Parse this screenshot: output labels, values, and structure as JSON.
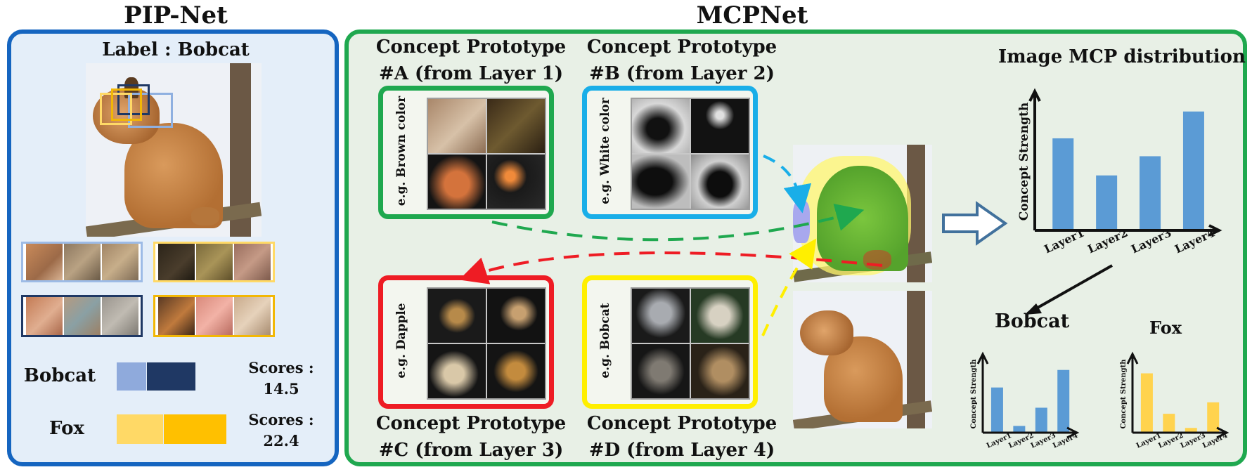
{
  "pipnet": {
    "title": "PIP-Net",
    "label": "Label : Bobcat",
    "classes": [
      {
        "name": "Bobcat",
        "scores_label": "Scores :",
        "score": "14.5"
      },
      {
        "name": "Fox",
        "scores_label": "Scores :",
        "score": "22.4"
      }
    ]
  },
  "mcpnet": {
    "title": "MCPNet",
    "prototypes": [
      {
        "title": "Concept Prototype",
        "subtitle": "#A (from Layer 1)",
        "example": "e.g. Brown color",
        "color": "#1fa84f"
      },
      {
        "title": "Concept Prototype",
        "subtitle": "#B (from Layer 2)",
        "example": "e.g. White color",
        "color": "#19aee8"
      },
      {
        "title": "Concept Prototype",
        "subtitle": "#C (from Layer 3)",
        "example": "e.g. Dapple",
        "color": "#ee1c24"
      },
      {
        "title": "Concept Prototype",
        "subtitle": "#D (from Layer 4)",
        "example": "e.g. Bobcat",
        "color": "#ffef00"
      }
    ],
    "distribution_title": "Image MCP distribution",
    "bobcat_title": "Bobcat",
    "fox_title": "Fox"
  },
  "chart_data": [
    {
      "type": "bar",
      "title": "Image MCP distribution",
      "ylabel": "Concept Strength",
      "categories": [
        "Layer1",
        "Layer2",
        "Layer3",
        "Layer4"
      ],
      "values": [
        0.72,
        0.43,
        0.58,
        0.93
      ],
      "ylim": [
        0,
        1
      ],
      "color": "#5b9bd5"
    },
    {
      "type": "bar",
      "title": "Bobcat",
      "ylabel": "Concept Strength",
      "categories": [
        "Layer1",
        "Layer2",
        "Layer3",
        "Layer4"
      ],
      "values": [
        0.67,
        0.1,
        0.37,
        0.93
      ],
      "ylim": [
        0,
        1
      ],
      "color": "#5b9bd5"
    },
    {
      "type": "bar",
      "title": "Fox",
      "ylabel": "Concept Strength",
      "categories": [
        "Layer1",
        "Layer2",
        "Layer3",
        "Layer4"
      ],
      "values": [
        0.88,
        0.28,
        0.07,
        0.45
      ],
      "ylim": [
        0,
        1
      ],
      "color": "#ffd34e"
    }
  ]
}
